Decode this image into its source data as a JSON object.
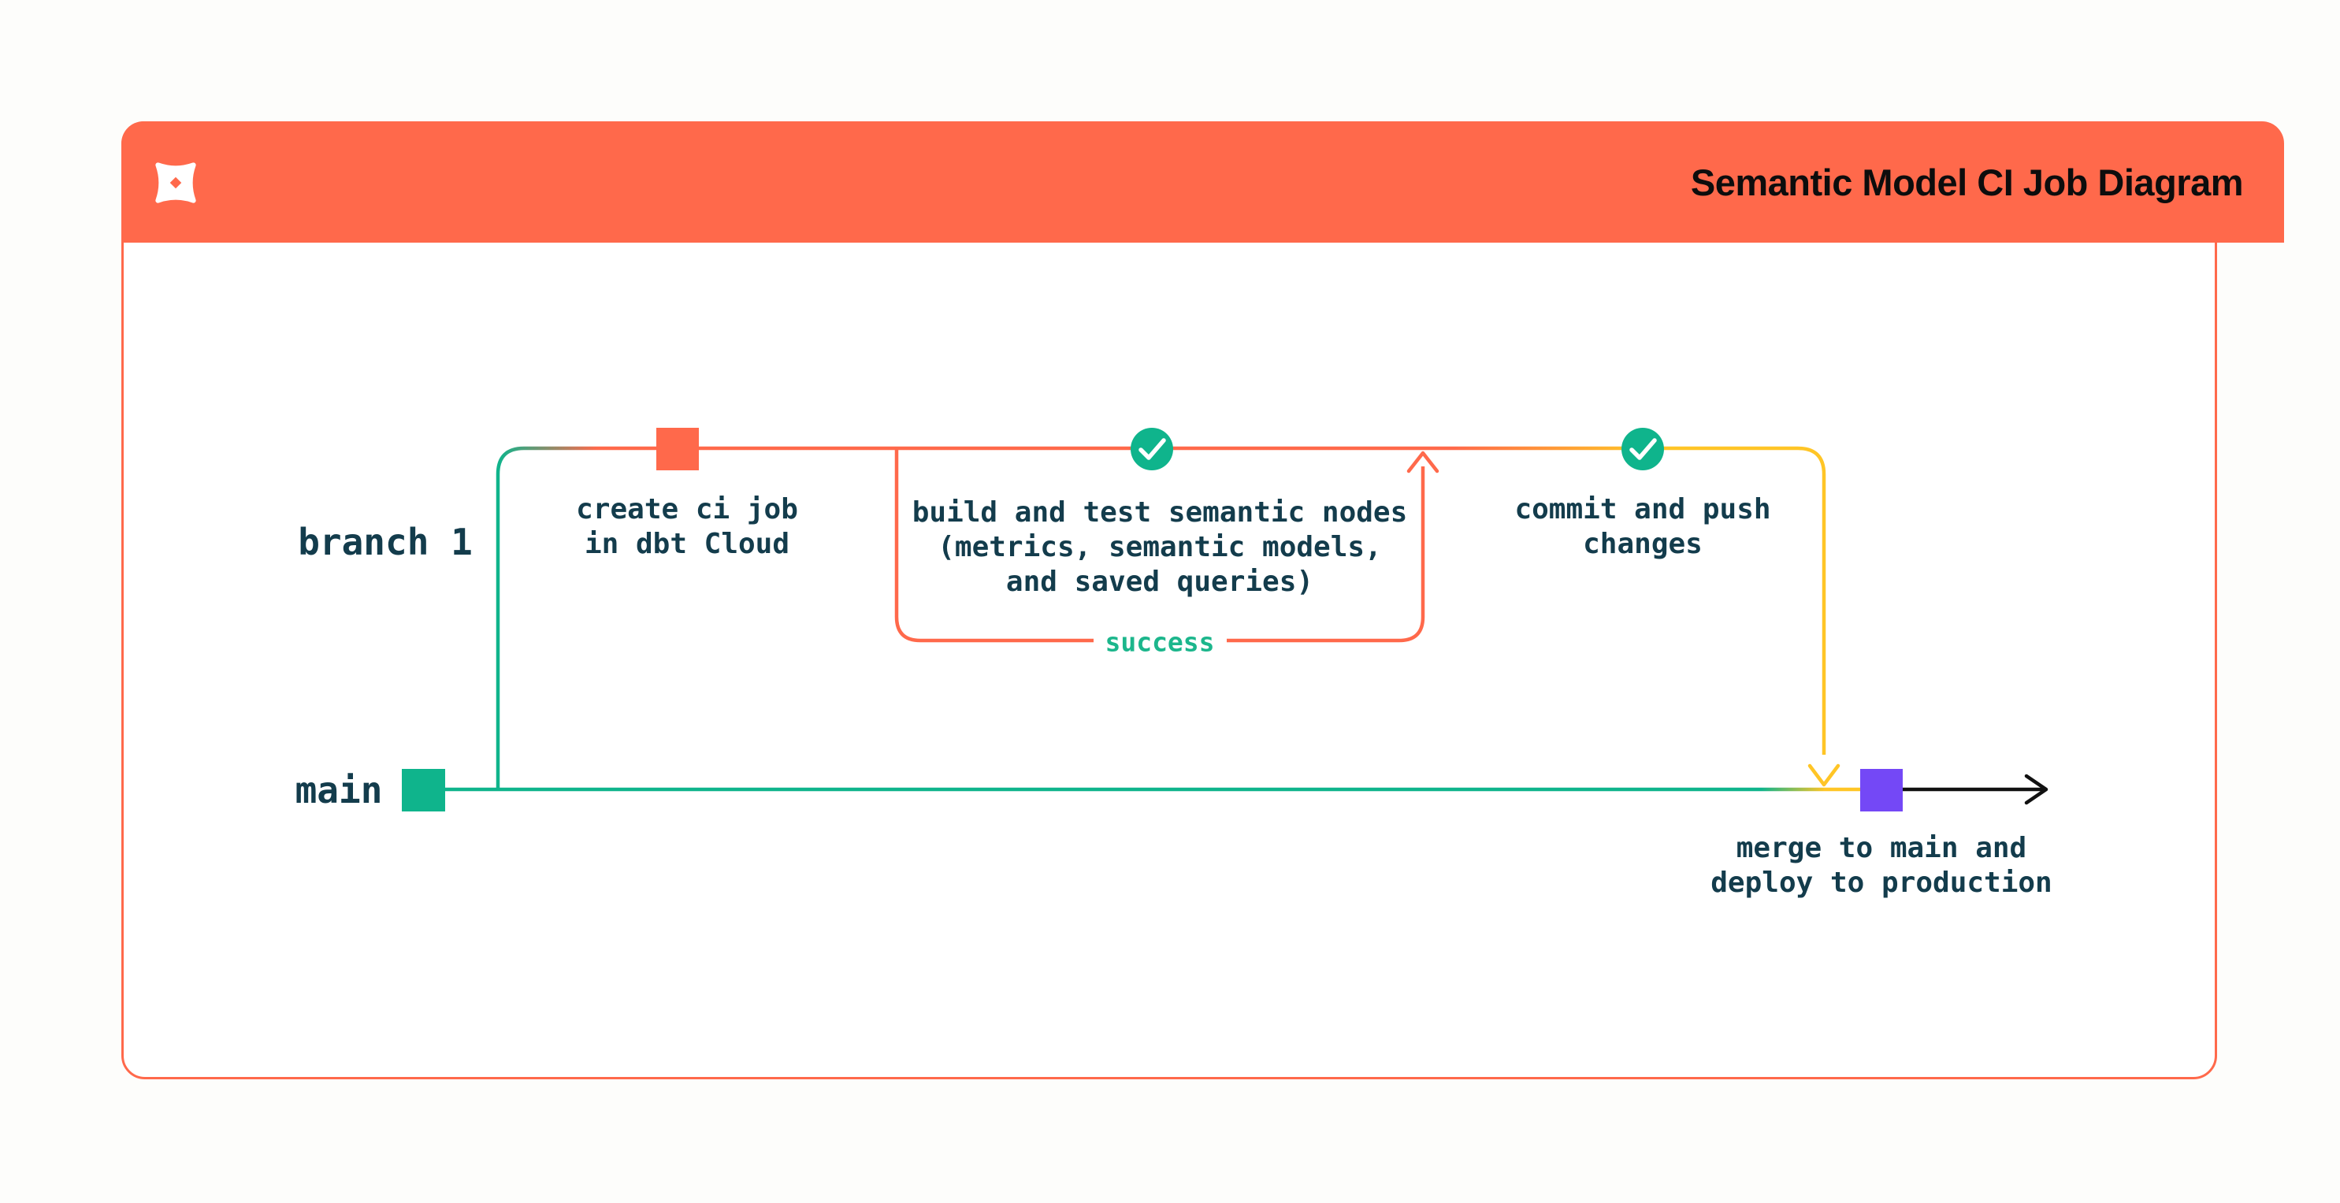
{
  "header": {
    "title": "Semantic Model CI Job Diagram",
    "logo": "dbt-logo",
    "background": "#ff694b",
    "title_color": "#0d0d0d"
  },
  "branches": {
    "branch1_label": "branch 1",
    "main_label": "main"
  },
  "nodes": {
    "create_ci": {
      "lines": [
        "create ci job",
        "in dbt Cloud"
      ],
      "node_color": "#ff694b"
    },
    "build_test": {
      "lines": [
        "build and test semantic nodes",
        "(metrics, semantic models,",
        "and saved queries)"
      ],
      "icon": "check-circle"
    },
    "commit_push": {
      "lines": [
        "commit and push",
        "changes"
      ],
      "icon": "check-circle"
    },
    "merge_deploy": {
      "lines": [
        "merge to main and",
        "deploy to production"
      ],
      "node_color": "#7448f6"
    }
  },
  "loop": {
    "label": "success",
    "line_color": "#ff694b",
    "label_color": "#1cb68c"
  },
  "colors": {
    "orange": "#ff694b",
    "green": "#0fb48c",
    "yellow": "#ffc526",
    "purple": "#7448f6",
    "dark_text": "#133c4c",
    "arrow_black": "#111111"
  }
}
